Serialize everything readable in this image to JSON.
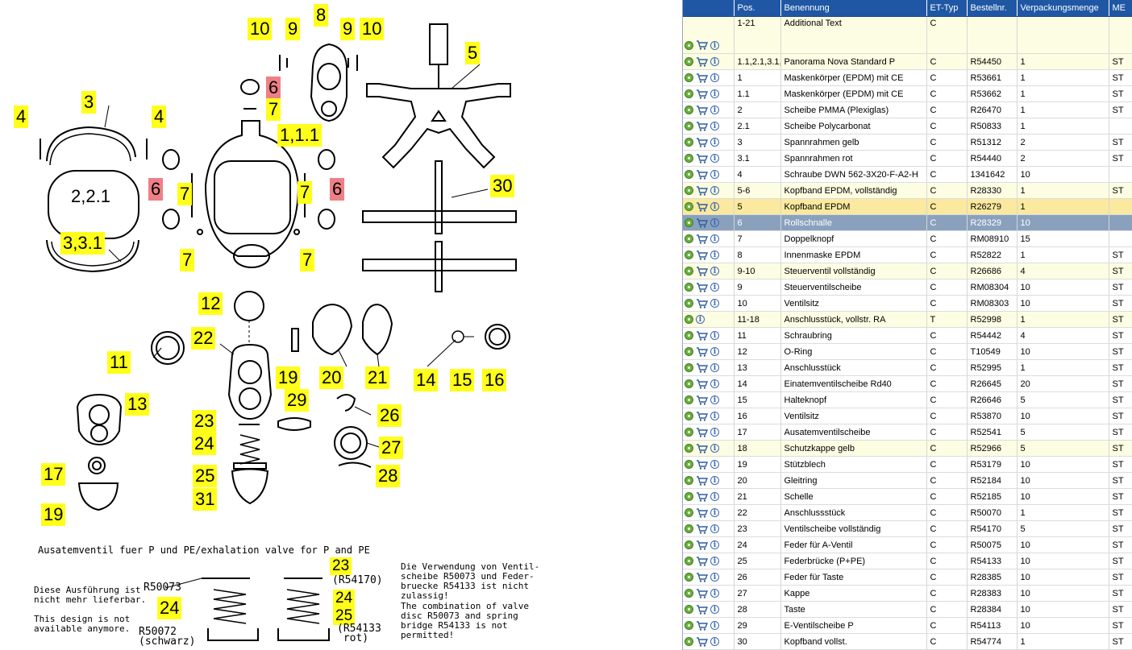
{
  "drawing": {
    "callouts": [
      "10",
      "9",
      "8",
      "9",
      "10",
      "5",
      "6",
      "7",
      "4",
      "3",
      "4",
      "1,1.1",
      "2,2.1",
      "6",
      "7",
      "7",
      "6",
      "30",
      "3,3.1",
      "7",
      "7",
      "12",
      "22",
      "11",
      "19",
      "20",
      "21",
      "14",
      "15",
      "16",
      "13",
      "29",
      "26",
      "23",
      "24",
      "25",
      "27",
      "31",
      "17",
      "28",
      "19"
    ],
    "note_title": "Ausatemventil fuer P und PE/exhalation valve for P and PE",
    "note_not_available": "Diese Ausführung ist\nnicht mehr lieferbar.\n\nThis design is not\navailable anymore.",
    "label_r50073": "R50073",
    "label_r50072": "R50072\n(schwarz)",
    "label_r54170": "(R54170)",
    "label_r54133": "(R54133\n rot)",
    "callout_23": "23",
    "callout_24_left": "24",
    "callout_24_right": "24",
    "callout_25": "25",
    "note_de": "Die Verwendung von Ventil-\nscheibe R50073 und Feder-\nbruecke R54133 ist nicht\nzulassig!",
    "note_en": "The combination of valve\ndisc R50073 and spring\nbridge R54133 is not\npermitted!"
  },
  "table": {
    "headers": [
      "",
      "Pos.",
      "Benennung",
      "ET-Typ",
      "Bestellnr.",
      "Verpackungsmenge",
      "ME"
    ],
    "rows": [
      {
        "pos": "1-21",
        "name": "Additional Text",
        "type": "C",
        "order": "",
        "qty": "",
        "unit": "",
        "style": "grp tall",
        "cart": true
      },
      {
        "pos": "1.1,2.1,3.1,",
        "name": "Panorama Nova Standard P",
        "type": "C",
        "order": "R54450",
        "qty": "1",
        "unit": "ST",
        "style": "grp",
        "cart": true
      },
      {
        "pos": "1",
        "name": "Maskenkörper (EPDM) mit CE",
        "type": "C",
        "order": "R53661",
        "qty": "1",
        "unit": "ST",
        "style": "",
        "cart": true
      },
      {
        "pos": "1.1",
        "name": "Maskenkörper (EPDM) mit CE",
        "type": "C",
        "order": "R53662",
        "qty": "1",
        "unit": "ST",
        "style": "",
        "cart": true
      },
      {
        "pos": "2",
        "name": "Scheibe PMMA (Plexiglas)",
        "type": "C",
        "order": "R26470",
        "qty": "1",
        "unit": "ST",
        "style": "",
        "cart": true
      },
      {
        "pos": "2.1",
        "name": "Scheibe Polycarbonat",
        "type": "C",
        "order": "R50833",
        "qty": "1",
        "unit": "",
        "style": "",
        "cart": true
      },
      {
        "pos": "3",
        "name": "Spannrahmen gelb",
        "type": "C",
        "order": "R51312",
        "qty": "2",
        "unit": "ST",
        "style": "",
        "cart": true
      },
      {
        "pos": "3.1",
        "name": "Spannrahmen rot",
        "type": "C",
        "order": "R54440",
        "qty": "2",
        "unit": "ST",
        "style": "",
        "cart": true
      },
      {
        "pos": "4",
        "name": "Schraube DWN 562-3X20-F-A2-H",
        "type": "C",
        "order": "1341642",
        "qty": "10",
        "unit": "",
        "style": "",
        "cart": true
      },
      {
        "pos": "5-6",
        "name": "Kopfband EPDM, vollständig",
        "type": "C",
        "order": "R28330",
        "qty": "1",
        "unit": "ST",
        "style": "grp",
        "cart": true
      },
      {
        "pos": "5",
        "name": "Kopfband EPDM",
        "type": "C",
        "order": "R26279",
        "qty": "1",
        "unit": "",
        "style": "sel",
        "cart": true
      },
      {
        "pos": "6",
        "name": "Rollschnalle",
        "type": "C",
        "order": "R28329",
        "qty": "10",
        "unit": "",
        "style": "act",
        "cart": true
      },
      {
        "pos": "7",
        "name": "Doppelknopf",
        "type": "C",
        "order": "RM08910",
        "qty": "15",
        "unit": "",
        "style": "",
        "cart": true
      },
      {
        "pos": "8",
        "name": "Innenmaske EPDM",
        "type": "C",
        "order": "R52822",
        "qty": "1",
        "unit": "ST",
        "style": "",
        "cart": true
      },
      {
        "pos": "9-10",
        "name": "Steuerventil vollständig",
        "type": "C",
        "order": "R26686",
        "qty": "4",
        "unit": "ST",
        "style": "grp",
        "cart": true
      },
      {
        "pos": "9",
        "name": "Steuerventilscheibe",
        "type": "C",
        "order": "RM08304",
        "qty": "10",
        "unit": "ST",
        "style": "",
        "cart": true
      },
      {
        "pos": "10",
        "name": "Ventilsitz",
        "type": "C",
        "order": "RM08303",
        "qty": "10",
        "unit": "ST",
        "style": "",
        "cart": true
      },
      {
        "pos": "11-18",
        "name": "Anschlusstück, vollstr. RA",
        "type": "T",
        "order": "R52998",
        "qty": "1",
        "unit": "ST",
        "style": "grp",
        "cart": false
      },
      {
        "pos": "11",
        "name": "Schraubring",
        "type": "C",
        "order": "R54442",
        "qty": "4",
        "unit": "ST",
        "style": "",
        "cart": true
      },
      {
        "pos": "12",
        "name": "O-Ring",
        "type": "C",
        "order": "T10549",
        "qty": "10",
        "unit": "ST",
        "style": "",
        "cart": true
      },
      {
        "pos": "13",
        "name": "Anschlusstück",
        "type": "C",
        "order": "R52995",
        "qty": "1",
        "unit": "ST",
        "style": "",
        "cart": true
      },
      {
        "pos": "14",
        "name": "Einatemventilscheibe Rd40",
        "type": "C",
        "order": "R26645",
        "qty": "20",
        "unit": "ST",
        "style": "",
        "cart": true
      },
      {
        "pos": "15",
        "name": "Halteknopf",
        "type": "C",
        "order": "R26646",
        "qty": "5",
        "unit": "ST",
        "style": "",
        "cart": true
      },
      {
        "pos": "16",
        "name": "Ventilsitz",
        "type": "C",
        "order": "R53870",
        "qty": "10",
        "unit": "ST",
        "style": "",
        "cart": true
      },
      {
        "pos": "17",
        "name": "Ausatemventilscheibe",
        "type": "C",
        "order": "R52541",
        "qty": "5",
        "unit": "ST",
        "style": "",
        "cart": true
      },
      {
        "pos": "18",
        "name": "Schutzkappe gelb",
        "type": "C",
        "order": "R52966",
        "qty": "5",
        "unit": "ST",
        "style": "grp",
        "cart": true
      },
      {
        "pos": "19",
        "name": "Stützblech",
        "type": "C",
        "order": "R53179",
        "qty": "10",
        "unit": "ST",
        "style": "",
        "cart": true
      },
      {
        "pos": "20",
        "name": "Gleitring",
        "type": "C",
        "order": "R52184",
        "qty": "10",
        "unit": "ST",
        "style": "",
        "cart": true
      },
      {
        "pos": "21",
        "name": "Schelle",
        "type": "C",
        "order": "R52185",
        "qty": "10",
        "unit": "ST",
        "style": "",
        "cart": true
      },
      {
        "pos": "22",
        "name": "Anschlussstück",
        "type": "C",
        "order": "R50070",
        "qty": "1",
        "unit": "ST",
        "style": "",
        "cart": true
      },
      {
        "pos": "23",
        "name": "Ventilscheibe vollständig",
        "type": "C",
        "order": "R54170",
        "qty": "5",
        "unit": "ST",
        "style": "",
        "cart": true
      },
      {
        "pos": "24",
        "name": "Feder für A-Ventil",
        "type": "C",
        "order": "R50075",
        "qty": "10",
        "unit": "ST",
        "style": "",
        "cart": true
      },
      {
        "pos": "25",
        "name": "Federbrücke (P+PE)",
        "type": "C",
        "order": "R54133",
        "qty": "10",
        "unit": "ST",
        "style": "",
        "cart": true
      },
      {
        "pos": "26",
        "name": "Feder für Taste",
        "type": "C",
        "order": "R28385",
        "qty": "10",
        "unit": "ST",
        "style": "",
        "cart": true
      },
      {
        "pos": "27",
        "name": "Kappe",
        "type": "C",
        "order": "R28383",
        "qty": "10",
        "unit": "ST",
        "style": "",
        "cart": true
      },
      {
        "pos": "28",
        "name": "Taste",
        "type": "C",
        "order": "R28384",
        "qty": "10",
        "unit": "ST",
        "style": "",
        "cart": true
      },
      {
        "pos": "29",
        "name": "E-Ventilscheibe P",
        "type": "C",
        "order": "R54113",
        "qty": "10",
        "unit": "ST",
        "style": "",
        "cart": true
      },
      {
        "pos": "30",
        "name": "Kopfband vollst.",
        "type": "C",
        "order": "R54774",
        "qty": "1",
        "unit": "ST",
        "style": "",
        "cart": true
      }
    ]
  },
  "colors": {
    "callout": "#ffff1a",
    "callout_highlight": "#ef7f86",
    "header": "#1f57a4",
    "selected_row": "#fae99e",
    "active_row": "#8aa1bd",
    "group_row": "#fdfde3"
  }
}
